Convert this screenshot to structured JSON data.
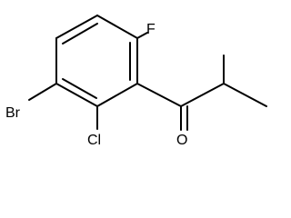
{
  "molecule": {
    "atom_labels": {
      "fluorine": "F",
      "bromine": "Br",
      "chlorine": "Cl",
      "oxygen": "O"
    },
    "colors": {
      "background": "#ffffff",
      "bond": "#000000",
      "label": "#000000"
    }
  }
}
